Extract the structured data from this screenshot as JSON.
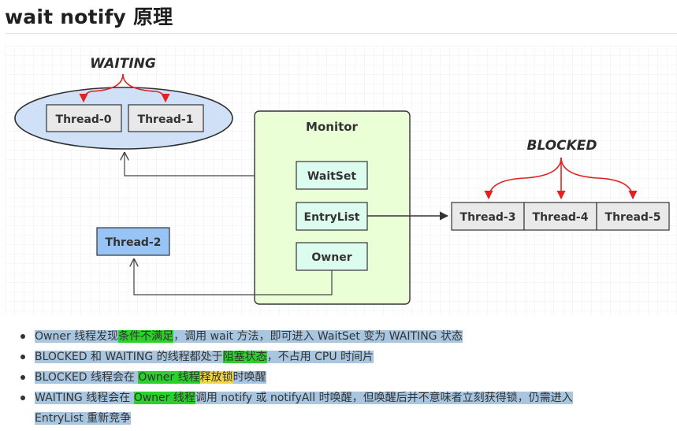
{
  "title": "wait notify 原理",
  "diagram": {
    "waiting_label": "WAITING",
    "blocked_label": "BLOCKED",
    "monitor_label": "Monitor",
    "waitset_label": "WaitSet",
    "entrylist_label": "EntryList",
    "owner_label": "Owner",
    "waiting_threads": [
      "Thread-0",
      "Thread-1"
    ],
    "owner_thread": "Thread-2",
    "blocked_threads": [
      "Thread-3",
      "Thread-4",
      "Thread-5"
    ],
    "colors": {
      "waiting_ellipse": "#cfe0f7",
      "monitor_fill": "#eaffd6",
      "inner_box_fill": "#dcfcef",
      "owner_thread_fill": "#97c4f5",
      "thread_box_fill": "#e9e9e9",
      "red_arrow": "#e22222"
    }
  },
  "bullets": {
    "b1": {
      "p1": "Owner 线程发现",
      "h1": "条件不满足",
      "p2": "，调用 wait 方法，即可进入 WaitSet 变为 WAITING 状态"
    },
    "b2": {
      "p1": "BLOCKED 和 WAITING 的线程都处于",
      "h1": "阻塞状态",
      "p2": "，不占用 CPU 时间片"
    },
    "b3": {
      "p1": "BLOCKED 线程会在 ",
      "h1": "Owner 线程",
      "h2": "释放锁",
      "p2": "时唤醒"
    },
    "b4": {
      "p1": "WAITING 线程会在 ",
      "h1": "Owner 线程",
      "p2": "调用 notify 或 notifyAll 时唤醒，但唤醒后并不意味者立刻获得锁，仍需进入",
      "p3": "EntryList 重新竞争"
    }
  }
}
